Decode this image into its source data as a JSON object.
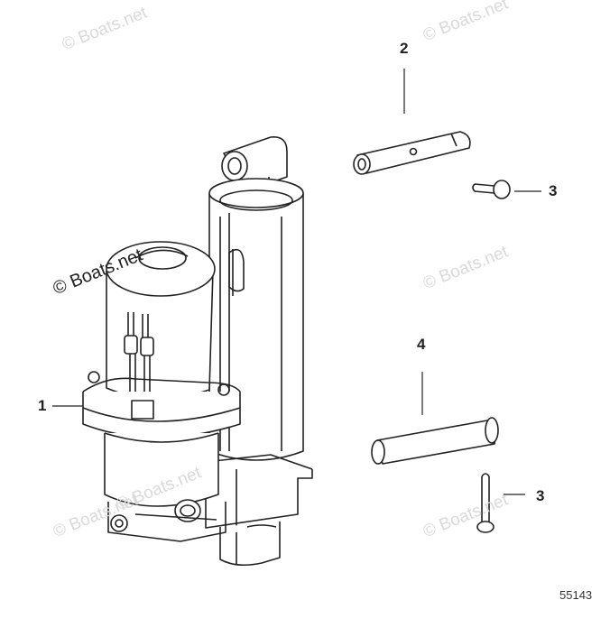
{
  "watermarks": [
    "© Boats.net",
    "© Boats.net",
    "© Boats.net",
    "© Boats.net",
    "© Boats.net",
    "© Boats.net",
    "© Boats.net"
  ],
  "callouts": {
    "part_1": "1",
    "part_2": "2",
    "part_3_upper": "3",
    "part_4": "4",
    "part_3_lower": "3"
  },
  "figure_number": "55143",
  "colors": {
    "line": "#222222",
    "watermark": "#d9d9d9",
    "background": "#ffffff"
  }
}
